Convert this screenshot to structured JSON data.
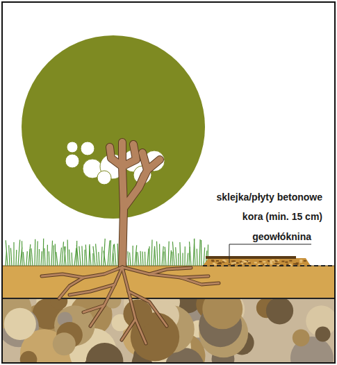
{
  "diagram": {
    "labels": [
      "sklejka/płyty betonowe",
      "kora (min. 15 cm)",
      "geowłóknina"
    ]
  }
}
